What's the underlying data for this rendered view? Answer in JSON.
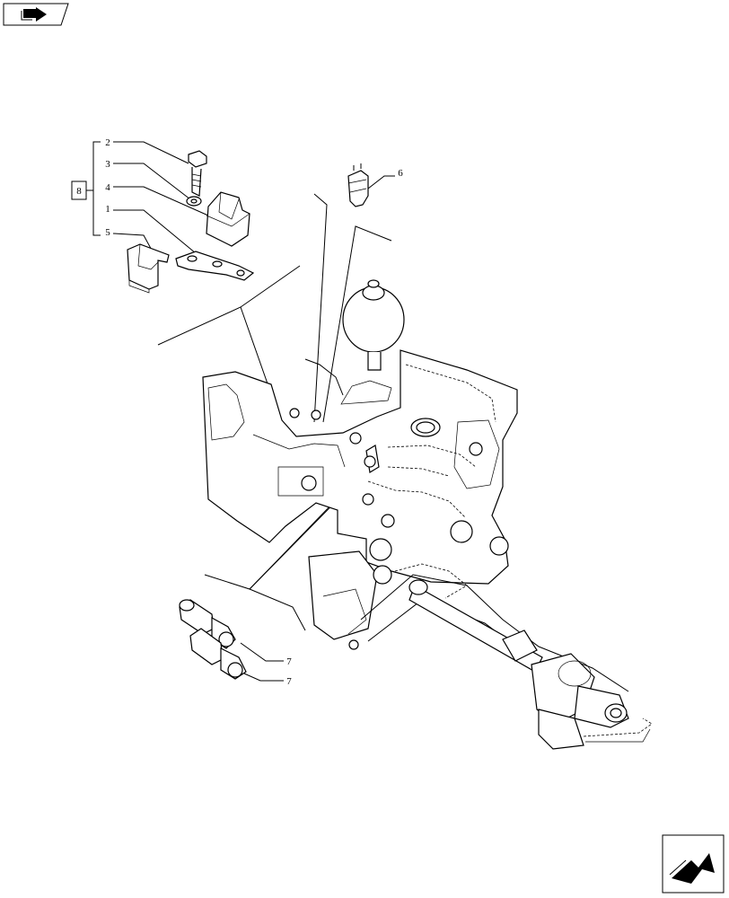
{
  "callouts": {
    "c1": "1",
    "c2": "2",
    "c3": "3",
    "c4": "4",
    "c5": "5",
    "c6": "6",
    "c7a": "7",
    "c7b": "7",
    "c8": "8"
  },
  "icons": {
    "top_left": "book-arrow-icon",
    "bottom_right": "next-page-arrow-icon"
  }
}
